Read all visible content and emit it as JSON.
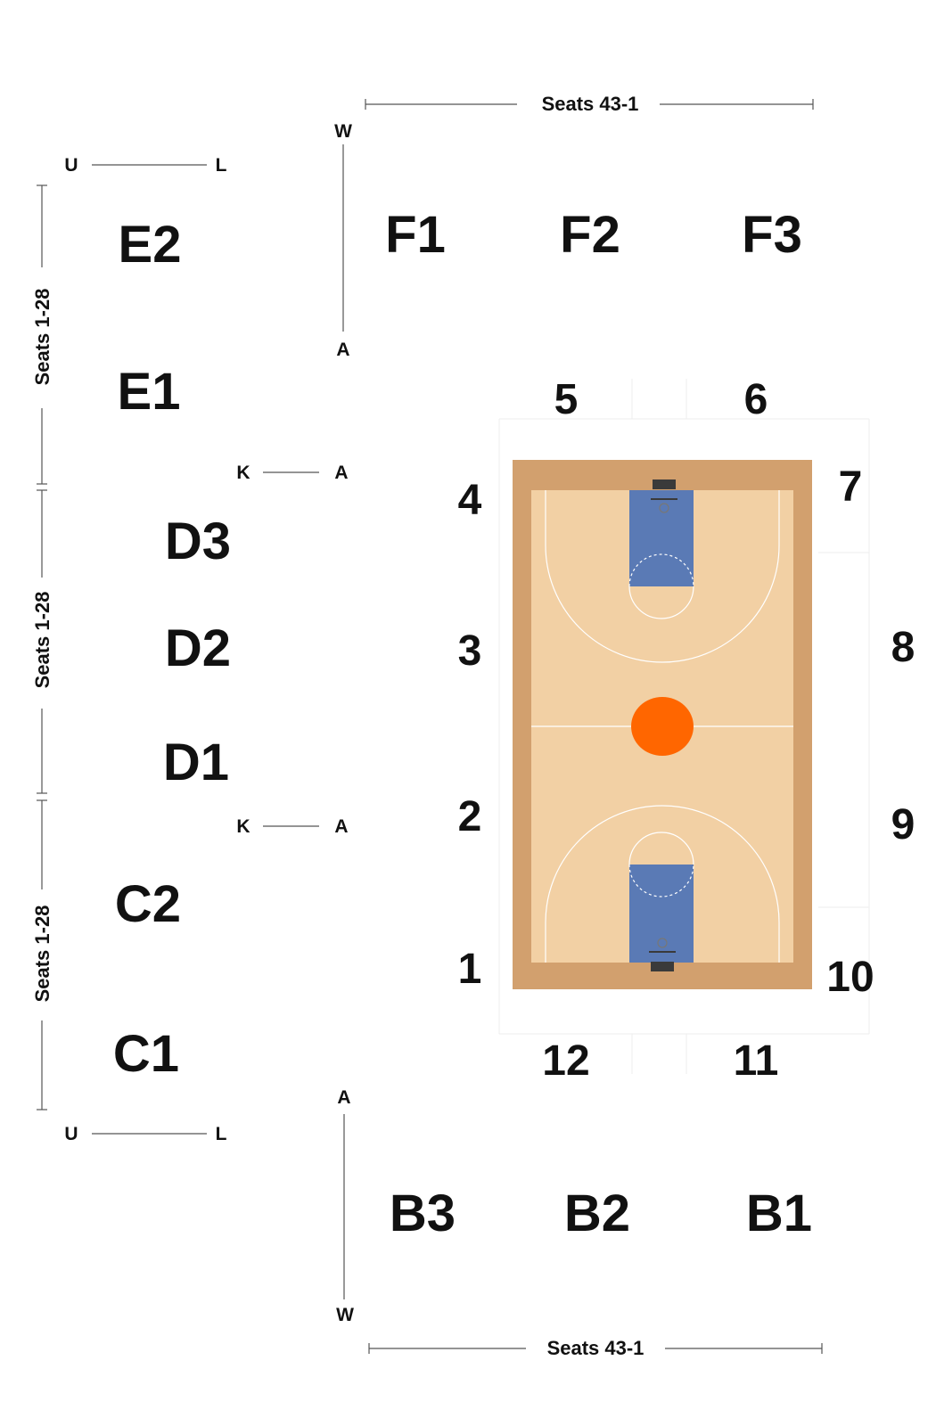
{
  "sections": {
    "E2": "E2",
    "E1": "E1",
    "D3": "D3",
    "D2": "D2",
    "D1": "D1",
    "C2": "C2",
    "C1": "C1",
    "F1": "F1",
    "F2": "F2",
    "F3": "F3",
    "B3": "B3",
    "B2": "B2",
    "B1": "B1"
  },
  "courtside": {
    "n1": "1",
    "n2": "2",
    "n3": "3",
    "n4": "4",
    "n5": "5",
    "n6": "6",
    "n7": "7",
    "n8": "8",
    "n9": "9",
    "n10": "10",
    "n11": "11",
    "n12": "12"
  },
  "seat_ranges": {
    "top": "Seats 43-1",
    "bottom": "Seats 43-1",
    "left_upper": "Seats 1-28",
    "left_middle": "Seats 1-28",
    "left_lower": "Seats 1-28"
  },
  "row_markers": {
    "ul_top_u": "U",
    "ul_top_l": "L",
    "ul_bottom_u": "U",
    "ul_bottom_l": "L",
    "f_w": "W",
    "f_a": "A",
    "b_a": "A",
    "b_w": "W",
    "k1": "K",
    "a1": "A",
    "k2": "K",
    "a2": "A"
  },
  "colors": {
    "court_border": "#D2A06E",
    "court_floor": "#F2D0A4",
    "paint": "#5A7AB5",
    "center_circle": "#FF6600",
    "hoop": "#3A3A3A"
  }
}
